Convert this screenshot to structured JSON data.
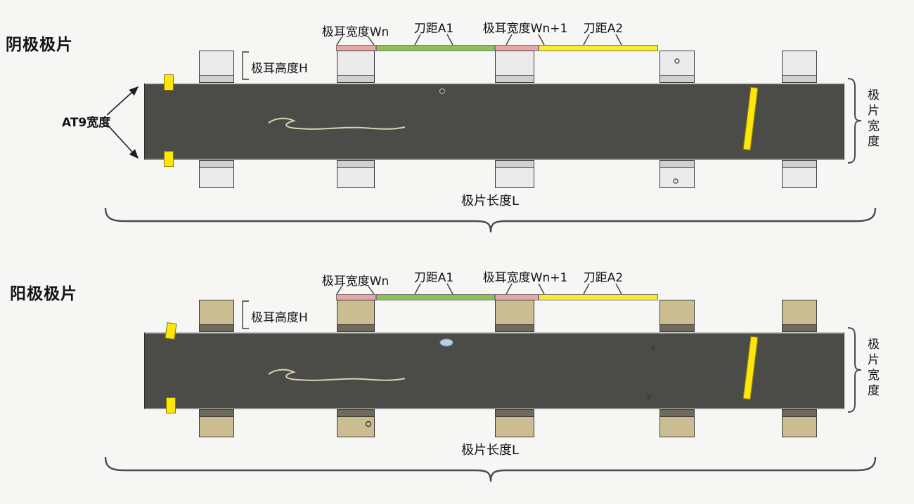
{
  "background": "#f6f6f4",
  "panels": [
    {
      "title": "阴极极片",
      "type": "cathode"
    },
    {
      "title": "阳极极片",
      "type": "anode"
    }
  ],
  "labels": {
    "tab_width_n": "极耳宽度Wn",
    "knife_gap_a1": "刀距A1",
    "tab_width_n_plus_1": "极耳宽度Wn+1",
    "knife_gap_a2": "刀距A2",
    "tab_height": "极耳高度H",
    "at9_width": "AT9宽度",
    "sheet_width": "极片宽度",
    "sheet_length": "极片长度L"
  },
  "colors": {
    "strip": "#4b4b48",
    "cathode_tab": "#eaeaea",
    "anode_tab": "#cabd92",
    "marker_yellow": "#ffe60a",
    "bar_pink": "#e8a6a6",
    "bar_green": "#8cc153",
    "bar_yellow": "#f8ec2e"
  }
}
